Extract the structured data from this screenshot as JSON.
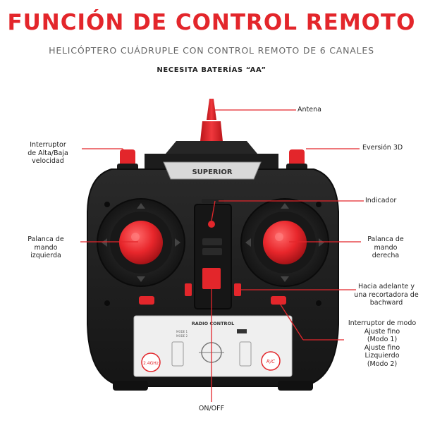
{
  "header": {
    "title": "FUNCIÓN DE CONTROL REMOTO",
    "subtitle": "HELICÓPTERO CUÁDRUPLE CON CONTROL REMOTO DE 6 CANALES",
    "note": "NECESITA BATERÍAS “AA”"
  },
  "device": {
    "brand_plate": "SUPERIOR",
    "panel_header": "RADIO CONTROL",
    "frequency_badge": "2.4GHz",
    "rc_badge": "R/C",
    "mode1_text": "MODE 1",
    "mode2_text": "MODE 2",
    "accent_color": "#e3262b",
    "body_color": "#1f1f1f"
  },
  "labels": {
    "antenna": "Antena",
    "speed_switch": [
      "Interruptor",
      "de Alta/Baja",
      "velocidad"
    ],
    "eversion": "Eversión 3D",
    "indicator": "Indicador",
    "left_stick": [
      "Palanca de",
      "mando",
      "izquierda"
    ],
    "right_stick": [
      "Palanca de",
      "mando",
      "derecha"
    ],
    "trim": [
      "Hacia adelante y",
      "una recortadora de",
      "bachward"
    ],
    "mode_switch": [
      "Interruptor de modo",
      "Ajuste fino",
      "(Modo 1)",
      "Ajuste fino",
      "Lizquierdo",
      "(Modo 2)"
    ],
    "onoff": "ON/OFF"
  }
}
